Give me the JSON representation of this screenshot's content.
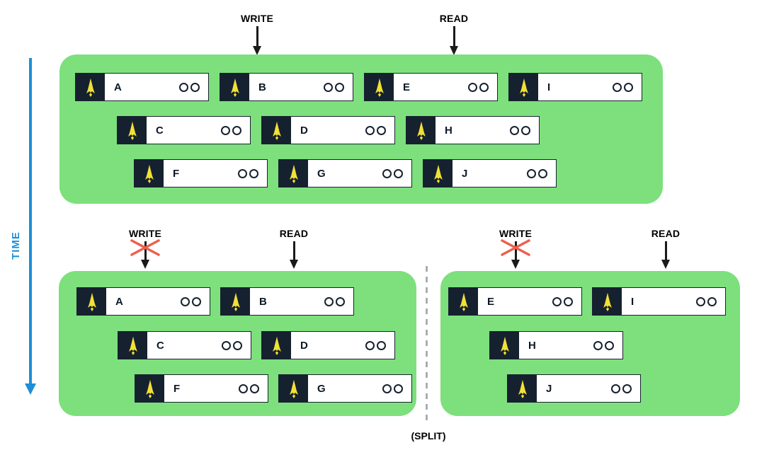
{
  "labels": {
    "write": "WRITE",
    "read": "READ",
    "time": "TIME",
    "split": "(SPLIT)"
  },
  "colors": {
    "cluster_green": "#7DE07D",
    "chip_navy": "#16212F",
    "rocket_yellow": "#F2E135",
    "blocked_red": "#EE5F4C",
    "time_blue": "#1D8FD8",
    "arrow_black": "#1A1A1A",
    "split_dash_gray": "#9AA0A3"
  },
  "node": {
    "icon": "rocket-icon",
    "replica_rings_per_node": 2
  },
  "clusters": [
    {
      "id": "original-cluster",
      "write_blocked": false,
      "read_allowed": true,
      "rows": [
        [
          "A",
          "B",
          "E",
          "I"
        ],
        [
          "C",
          "D",
          "H"
        ],
        [
          "F",
          "G",
          "J"
        ]
      ]
    },
    {
      "id": "partition-left",
      "write_blocked": true,
      "read_allowed": true,
      "rows": [
        [
          "A",
          "B"
        ],
        [
          "C",
          "D"
        ],
        [
          "F",
          "G"
        ]
      ]
    },
    {
      "id": "partition-right",
      "write_blocked": true,
      "read_allowed": true,
      "rows": [
        [
          "E",
          "I"
        ],
        [
          "H"
        ],
        [
          "J"
        ]
      ]
    }
  ]
}
